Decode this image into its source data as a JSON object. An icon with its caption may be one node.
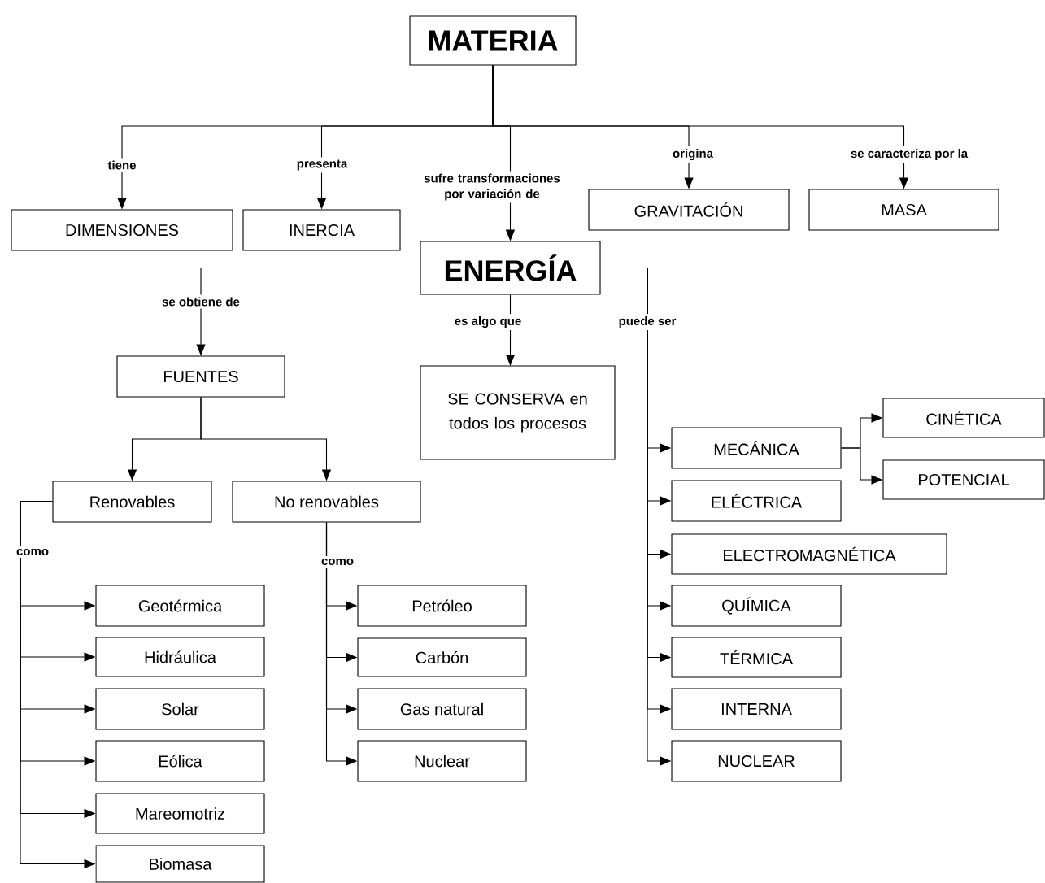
{
  "diagram": {
    "nodes": [
      {
        "text": [
          "MATERIA"
        ]
      },
      {
        "text": [
          "DIMENSIONES"
        ]
      },
      {
        "text": [
          "INERCIA"
        ]
      },
      {
        "text": [
          "GRAVITACIÓN"
        ]
      },
      {
        "text": [
          "MASA"
        ]
      },
      {
        "text": [
          "ENERGÍA"
        ]
      },
      {
        "text": [
          "FUENTES"
        ]
      },
      {
        "text": [
          "SE CONSERVA en todos los procesos"
        ]
      },
      {
        "text": [
          "Renovables"
        ]
      },
      {
        "text": [
          "No renovables"
        ]
      },
      {
        "text": [
          "Geotérmica"
        ]
      },
      {
        "text": [
          "Hidráulica"
        ]
      },
      {
        "text": [
          "Solar"
        ]
      },
      {
        "text": [
          "Eólica"
        ]
      },
      {
        "text": [
          "Mareomotriz"
        ]
      },
      {
        "text": [
          "Biomasa"
        ]
      },
      {
        "text": [
          "Petróleo"
        ]
      },
      {
        "text": [
          "Carbón"
        ]
      },
      {
        "text": [
          "Gas natural"
        ]
      },
      {
        "text": [
          "Nuclear"
        ]
      },
      {
        "text": [
          "MECÁNICA"
        ]
      },
      {
        "text": [
          "CINÉTICA"
        ]
      },
      {
        "text": [
          "POTENCIAL"
        ]
      },
      {
        "text": [
          "ELÉCTRICA"
        ]
      },
      {
        "text": [
          "ELECTROMAGNÉTICA"
        ]
      },
      {
        "text": [
          "QUÍMICA"
        ]
      },
      {
        "text": [
          "TÉRMICA"
        ]
      },
      {
        "text": [
          "INTERNA"
        ]
      },
      {
        "text": [
          "NUCLEAR"
        ]
      }
    ],
    "edges": [
      {
        "from": 0,
        "to": 1,
        "arrow": "to",
        "label": "tiene"
      },
      {
        "from": 0,
        "to": 2,
        "arrow": "to",
        "label": "presenta"
      },
      {
        "from": 0,
        "to": 5,
        "arrow": "to",
        "label": "sufre transformaciones por variación de"
      },
      {
        "from": 0,
        "to": 3,
        "arrow": "to",
        "label": "origina"
      },
      {
        "from": 0,
        "to": 4,
        "arrow": "to",
        "label": "se caracteriza por la"
      },
      {
        "from": 5,
        "to": 6,
        "arrow": "to",
        "label": "se obtiene de"
      },
      {
        "from": 5,
        "to": 7,
        "arrow": "to",
        "label": "es algo que"
      },
      {
        "from": 5,
        "to": 20,
        "arrow": "to",
        "label": "puede ser"
      },
      {
        "from": 5,
        "to": 23,
        "arrow": "to"
      },
      {
        "from": 5,
        "to": 24,
        "arrow": "to"
      },
      {
        "from": 5,
        "to": 25,
        "arrow": "to"
      },
      {
        "from": 5,
        "to": 26,
        "arrow": "to"
      },
      {
        "from": 5,
        "to": 27,
        "arrow": "to"
      },
      {
        "from": 5,
        "to": 28,
        "arrow": "to"
      },
      {
        "from": 6,
        "to": 8,
        "arrow": "to"
      },
      {
        "from": 6,
        "to": 9,
        "arrow": "to"
      },
      {
        "from": 8,
        "to": 10,
        "arrow": "to",
        "label": "como"
      },
      {
        "from": 8,
        "to": 11,
        "arrow": "to"
      },
      {
        "from": 8,
        "to": 12,
        "arrow": "to"
      },
      {
        "from": 8,
        "to": 13,
        "arrow": "to"
      },
      {
        "from": 8,
        "to": 14,
        "arrow": "to"
      },
      {
        "from": 8,
        "to": 15,
        "arrow": "to"
      },
      {
        "from": 9,
        "to": 16,
        "arrow": "to",
        "label": "como"
      },
      {
        "from": 9,
        "to": 17,
        "arrow": "to"
      },
      {
        "from": 9,
        "to": 18,
        "arrow": "to"
      },
      {
        "from": 9,
        "to": 19,
        "arrow": "to"
      },
      {
        "from": 20,
        "to": 21,
        "arrow": "to"
      },
      {
        "from": 20,
        "to": 22,
        "arrow": "to"
      }
    ]
  }
}
